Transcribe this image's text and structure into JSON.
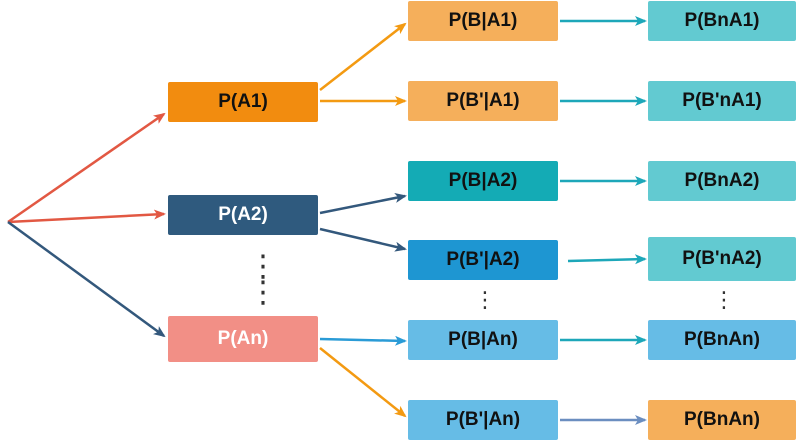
{
  "diagram": {
    "level1": {
      "a1": "P(A1)",
      "a2": "P(A2)",
      "an": "P(An)"
    },
    "level2": {
      "b_a1": "P(B|A1)",
      "bp_a1": "P(B'|A1)",
      "b_a2": "P(B|A2)",
      "bp_a2": "P(B'|A2)",
      "b_an": "P(B|An)",
      "bp_an": "P(B'|An)"
    },
    "level3": {
      "b_n_a1": "P(BnA1)",
      "bp_n_a1": "P(B'nA1)",
      "b_n_a2": "P(BnA2)",
      "bp_n_a2": "P(B'nA2)",
      "b_n_an": "P(BnAn)",
      "bp_n_an": "P(BnAn)"
    },
    "ellipsis": "⋮"
  },
  "colors": {
    "orange": "#F28C0F",
    "dark_blue": "#2F5A7E",
    "salmon": "#F28F86",
    "light_orange": "#F5AF5B",
    "teal": "#14ABB5",
    "blue": "#1E96D2",
    "sky": "#66BCE6",
    "light_teal": "#62CAD1",
    "red_arrow": "#E25843",
    "orange_arrow": "#F39A12",
    "navy_arrow": "#33587C",
    "teal_arrow": "#1DA7B9",
    "blue_arrow": "#2A9BD6",
    "gray_blue_arrow": "#6B8EC0"
  }
}
